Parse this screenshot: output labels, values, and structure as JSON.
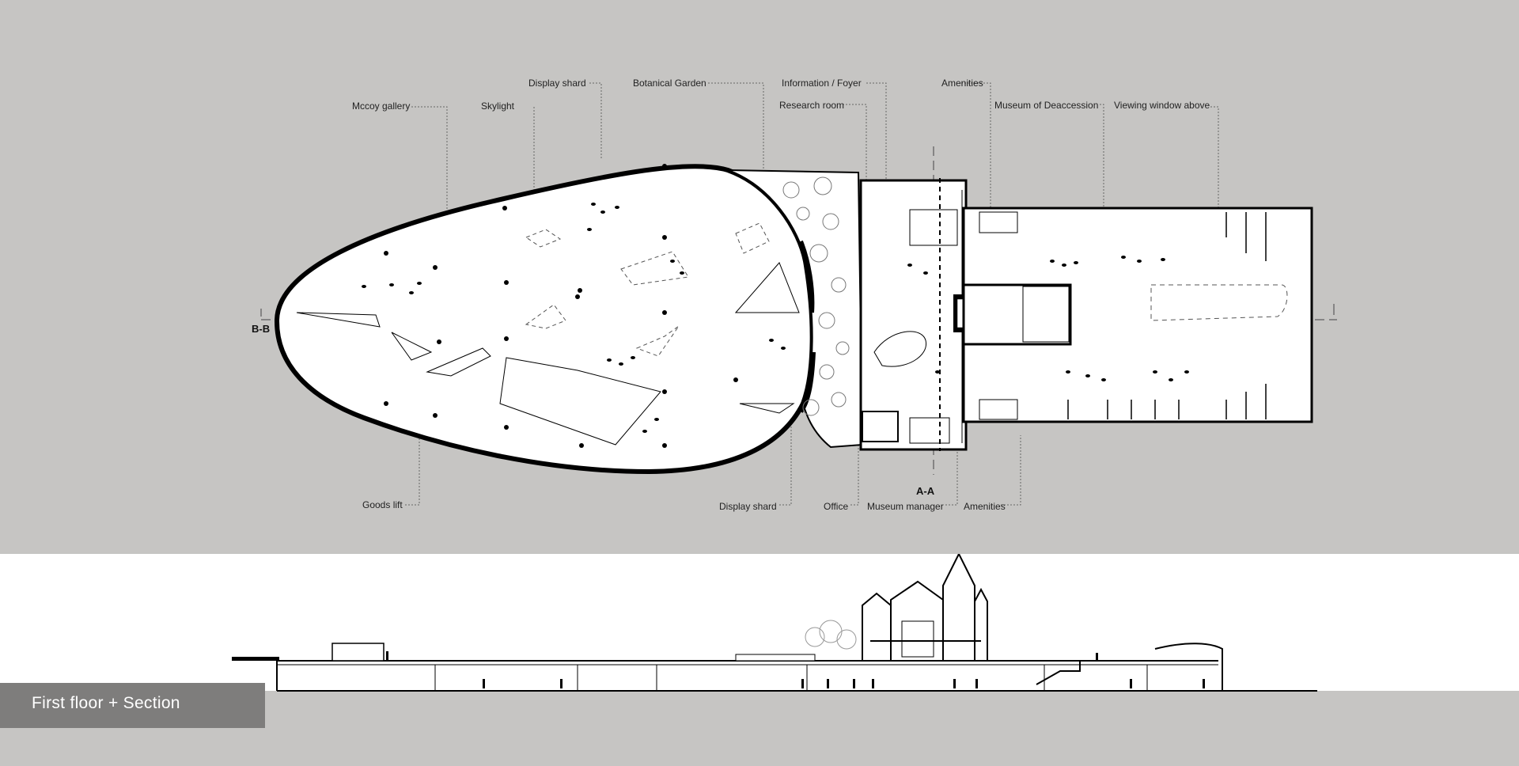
{
  "labels": {
    "mccoy_gallery": "Mccoy gallery",
    "skylight": "Skylight",
    "display_shard_top": "Display shard",
    "botanical_garden": "Botanical Garden",
    "information_foyer": "Information / Foyer",
    "research_room": "Research room",
    "amenities_top": "Amenities",
    "museum_of_deaccession": "Museum of Deaccession",
    "viewing_window": "Viewing window above",
    "goods_lift": "Goods lift",
    "display_shard_bottom": "Display shard",
    "office": "Office",
    "museum_manager": "Museum manager",
    "amenities_bottom": "Amenities"
  },
  "markers": {
    "section_bb": "B-B",
    "section_aa": "A-A"
  },
  "title": "First floor + Section",
  "colors": {
    "background": "#c6c5c3",
    "section_band": "#ffffff",
    "title_box": "#7e7d7c",
    "ink": "#111111"
  }
}
